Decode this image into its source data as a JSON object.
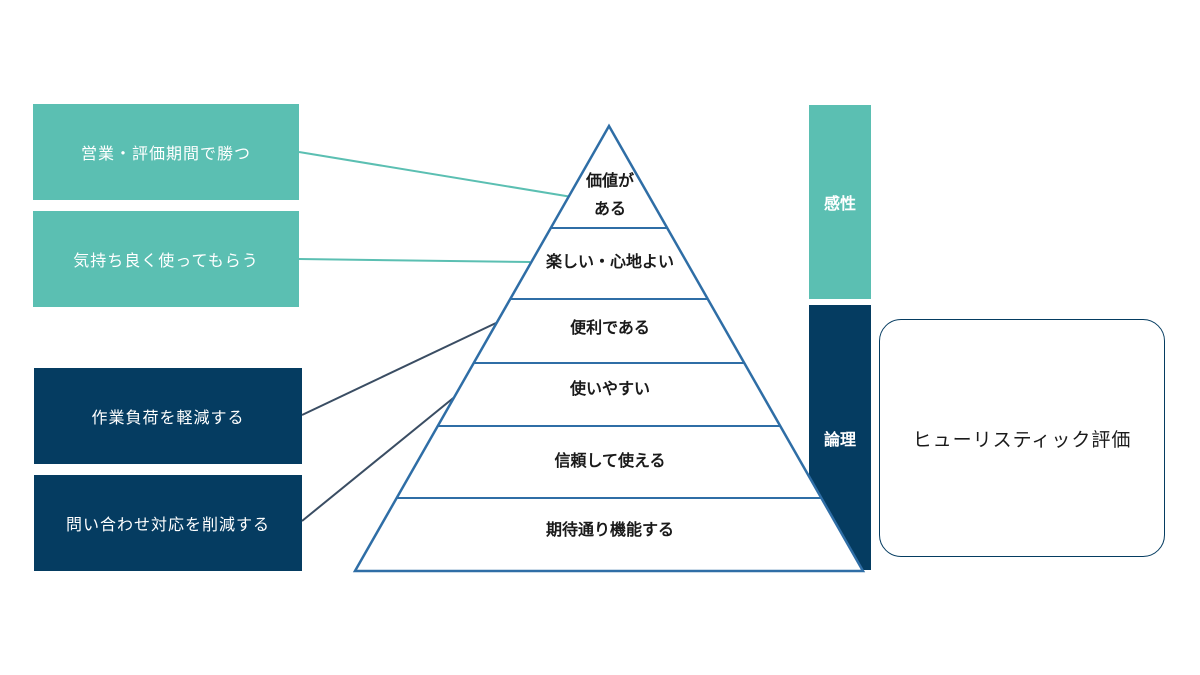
{
  "goals": {
    "kansei": [
      {
        "label": "営業・評価期間で勝つ"
      },
      {
        "label": "気持ち良く使ってもらう"
      }
    ],
    "ronri": [
      {
        "label": "作業負荷を軽減する"
      },
      {
        "label": "問い合わせ対応を削減する"
      }
    ]
  },
  "pyramid": {
    "levels": [
      {
        "lines": [
          "価値が",
          "ある"
        ]
      },
      {
        "lines": [
          "楽しい・心地よい"
        ]
      },
      {
        "lines": [
          "便利である"
        ]
      },
      {
        "lines": [
          "使いやすい"
        ]
      },
      {
        "lines": [
          "信頼して使える"
        ]
      },
      {
        "lines": [
          "期待通り機能する"
        ]
      }
    ]
  },
  "bands": {
    "kansei": "感性",
    "ronri": "論理"
  },
  "method": {
    "label": "ヒューリスティック評価"
  },
  "colors": {
    "teal": "#5bbfb2",
    "navy": "#053c61",
    "pyramid_outline": "#2f6ea6",
    "teal_connector": "#5bbfb2",
    "navy_connector": "#3a4d63"
  }
}
